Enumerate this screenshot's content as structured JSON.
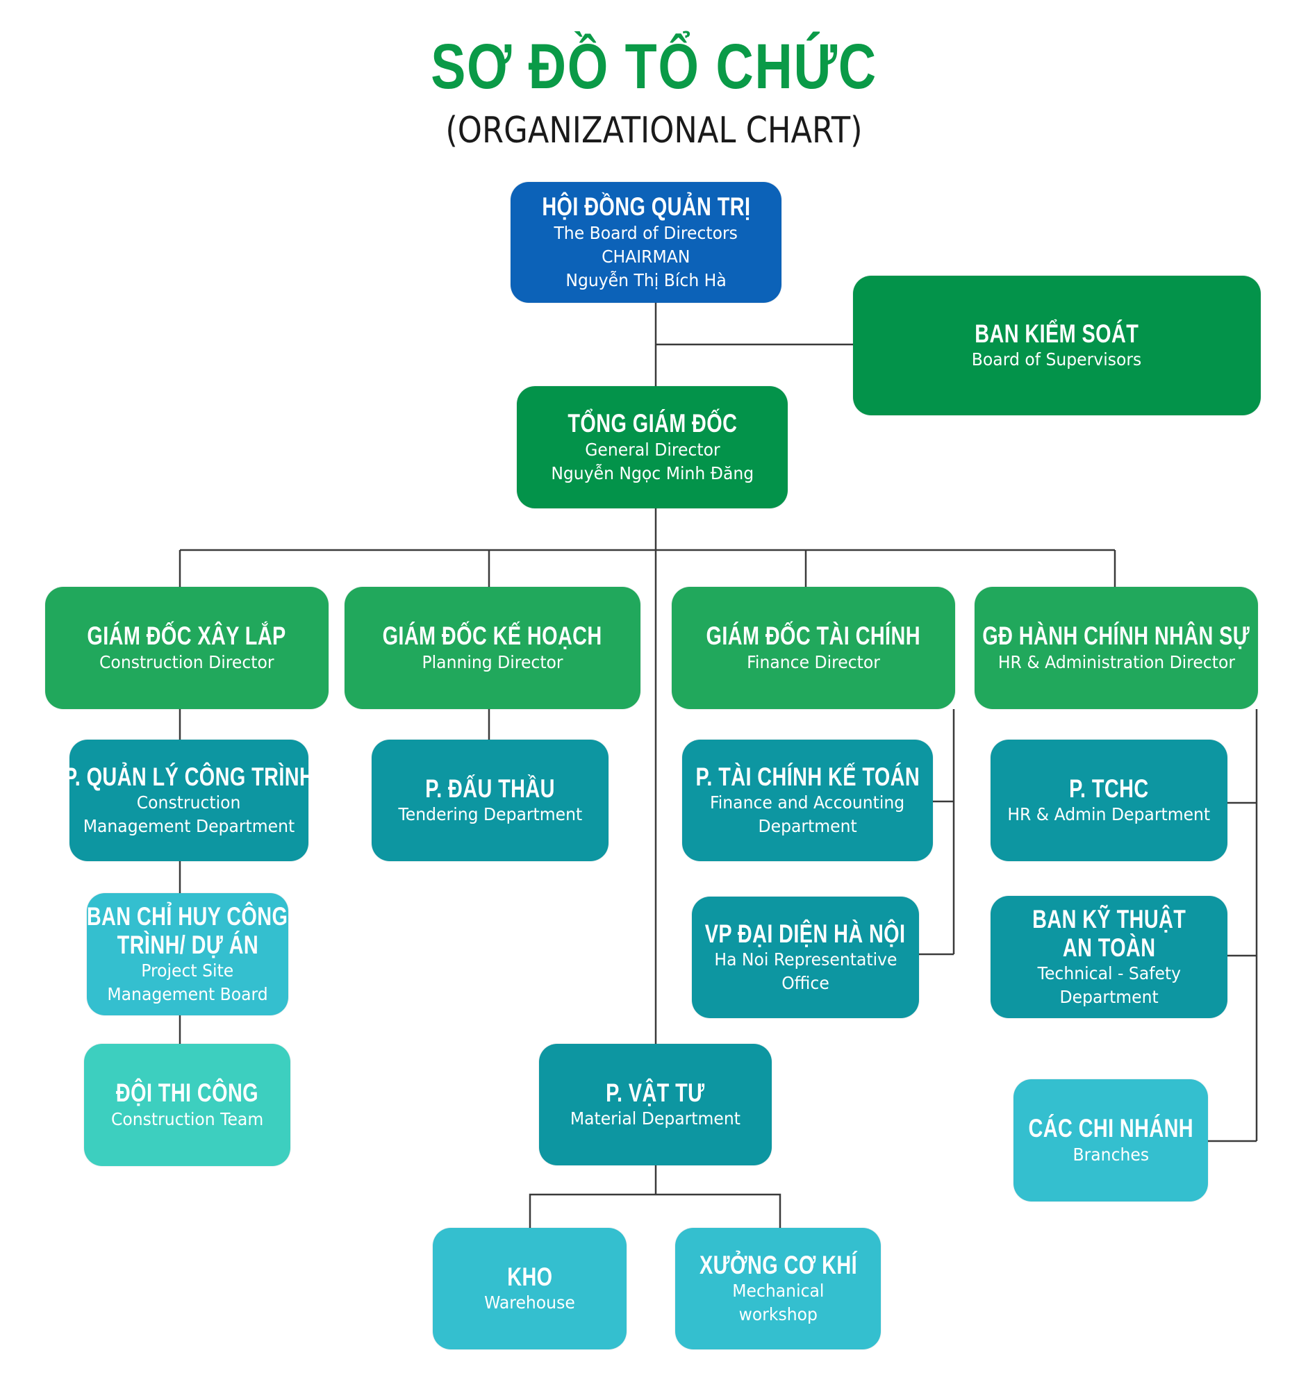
{
  "header": {
    "title": "SƠ ĐỒ TỔ CHỨC",
    "subtitle": "(ORGANIZATIONAL CHART)"
  },
  "colors": {
    "title_green": "#0a9a47",
    "board_blue": "#0c62b8",
    "executive_green": "#03934a",
    "director_green": "#21a85c",
    "department_teal": "#0d96a1",
    "unit_cyan": "#34bfcf",
    "team_turquoise": "#3dcfbf",
    "connector": "#3a3a3a"
  },
  "nodes": {
    "board": {
      "vn": "HỘI ĐỒNG QUẢN TRỊ",
      "en": [
        "The Board of Directors",
        "CHAIRMAN",
        "Nguyễn Thị Bích Hà"
      ]
    },
    "supervisors": {
      "vn": "BAN KIỂM SOÁT",
      "en": [
        "Board of Supervisors"
      ]
    },
    "general_director": {
      "vn": "TỔNG GIÁM ĐỐC",
      "en": [
        "General Director",
        "Nguyễn Ngọc Minh Đăng"
      ]
    },
    "construction_director": {
      "vn": "GIÁM ĐỐC XÂY LẮP",
      "en": [
        "Construction Director"
      ]
    },
    "planning_director": {
      "vn": "GIÁM ĐỐC KẾ HOẠCH",
      "en": [
        "Planning Director"
      ]
    },
    "finance_director": {
      "vn": "GIÁM ĐỐC TÀI CHÍNH",
      "en": [
        "Finance Director"
      ]
    },
    "hr_director": {
      "vn": "GĐ HÀNH CHÍNH NHÂN SỰ",
      "en": [
        "HR & Administration Director"
      ]
    },
    "construction_mgmt": {
      "vn": "P. QUẢN LÝ CÔNG TRÌNH",
      "en": [
        "Construction",
        "Management Department"
      ]
    },
    "project_site": {
      "vn": [
        "BAN CHỈ HUY CÔNG",
        "TRÌNH/ DỰ ÁN"
      ],
      "en": [
        "Project Site",
        "Management Board"
      ]
    },
    "construction_team": {
      "vn": "ĐỘI THI CÔNG",
      "en": [
        "Construction Team"
      ]
    },
    "tendering": {
      "vn": "P. ĐẤU THẦU",
      "en": [
        "Tendering Department"
      ]
    },
    "finance_accounting": {
      "vn": "P. TÀI CHÍNH KẾ TOÁN",
      "en": [
        "Finance and Accounting",
        "Department"
      ]
    },
    "hanoi_office": {
      "vn": "VP ĐẠI DIỆN HÀ NỘI",
      "en": [
        "Ha Noi Representative",
        "Office"
      ]
    },
    "hr_admin": {
      "vn": "P. TCHC",
      "en": [
        "HR & Admin Department"
      ]
    },
    "tech_safety": {
      "vn": [
        "BAN KỸ THUẬT",
        "AN TOÀN"
      ],
      "en": [
        "Technical - Safety",
        "Department"
      ]
    },
    "branches": {
      "vn": "CÁC CHI NHÁNH",
      "en": [
        "Branches"
      ]
    },
    "material": {
      "vn": "P. VẬT TƯ",
      "en": [
        "Material Department"
      ]
    },
    "warehouse": {
      "vn": "KHO",
      "en": [
        "Warehouse"
      ]
    },
    "mechanical": {
      "vn": "XƯỞNG CƠ KHÍ",
      "en": [
        "Mechanical",
        "workshop"
      ]
    }
  },
  "hierarchy": [
    {
      "parent": "board",
      "children": [
        "general_director",
        "supervisors"
      ]
    },
    {
      "parent": "general_director",
      "children": [
        "construction_director",
        "planning_director",
        "finance_director",
        "hr_director",
        "material"
      ]
    },
    {
      "parent": "construction_director",
      "children": [
        "construction_mgmt"
      ]
    },
    {
      "parent": "construction_mgmt",
      "children": [
        "project_site"
      ]
    },
    {
      "parent": "project_site",
      "children": [
        "construction_team"
      ]
    },
    {
      "parent": "planning_director",
      "children": [
        "tendering"
      ]
    },
    {
      "parent": "finance_director",
      "children": [
        "finance_accounting",
        "hanoi_office"
      ]
    },
    {
      "parent": "hr_director",
      "children": [
        "hr_admin",
        "tech_safety",
        "branches"
      ]
    },
    {
      "parent": "material",
      "children": [
        "warehouse",
        "mechanical"
      ]
    }
  ]
}
